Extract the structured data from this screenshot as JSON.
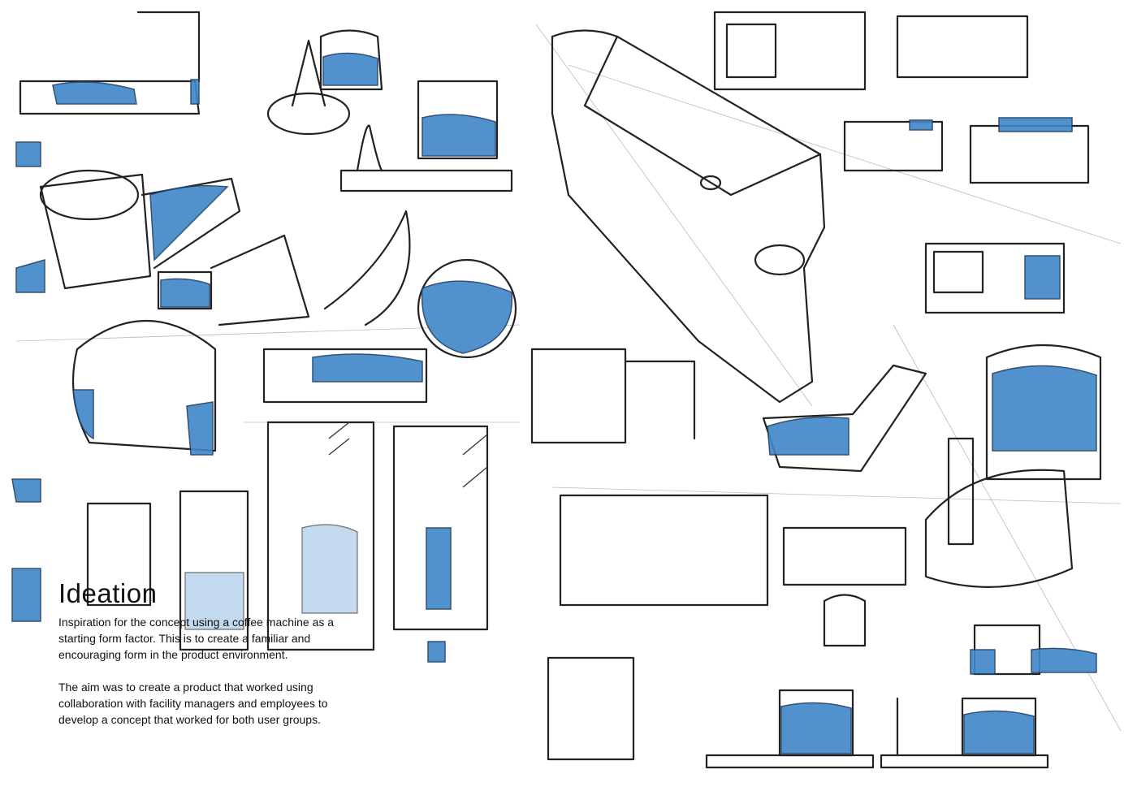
{
  "title": "Ideation",
  "paragraphs": [
    "Inspiration for the concept using a coffee machine as a starting form factor. This is to create a familiar and encouraging form in the product environment.",
    "The aim was to create a product that worked using collaboration with facility managers and employees to develop a concept that worked for both user groups."
  ],
  "colors": {
    "water": "#3f86c8",
    "ink": "#222222"
  }
}
